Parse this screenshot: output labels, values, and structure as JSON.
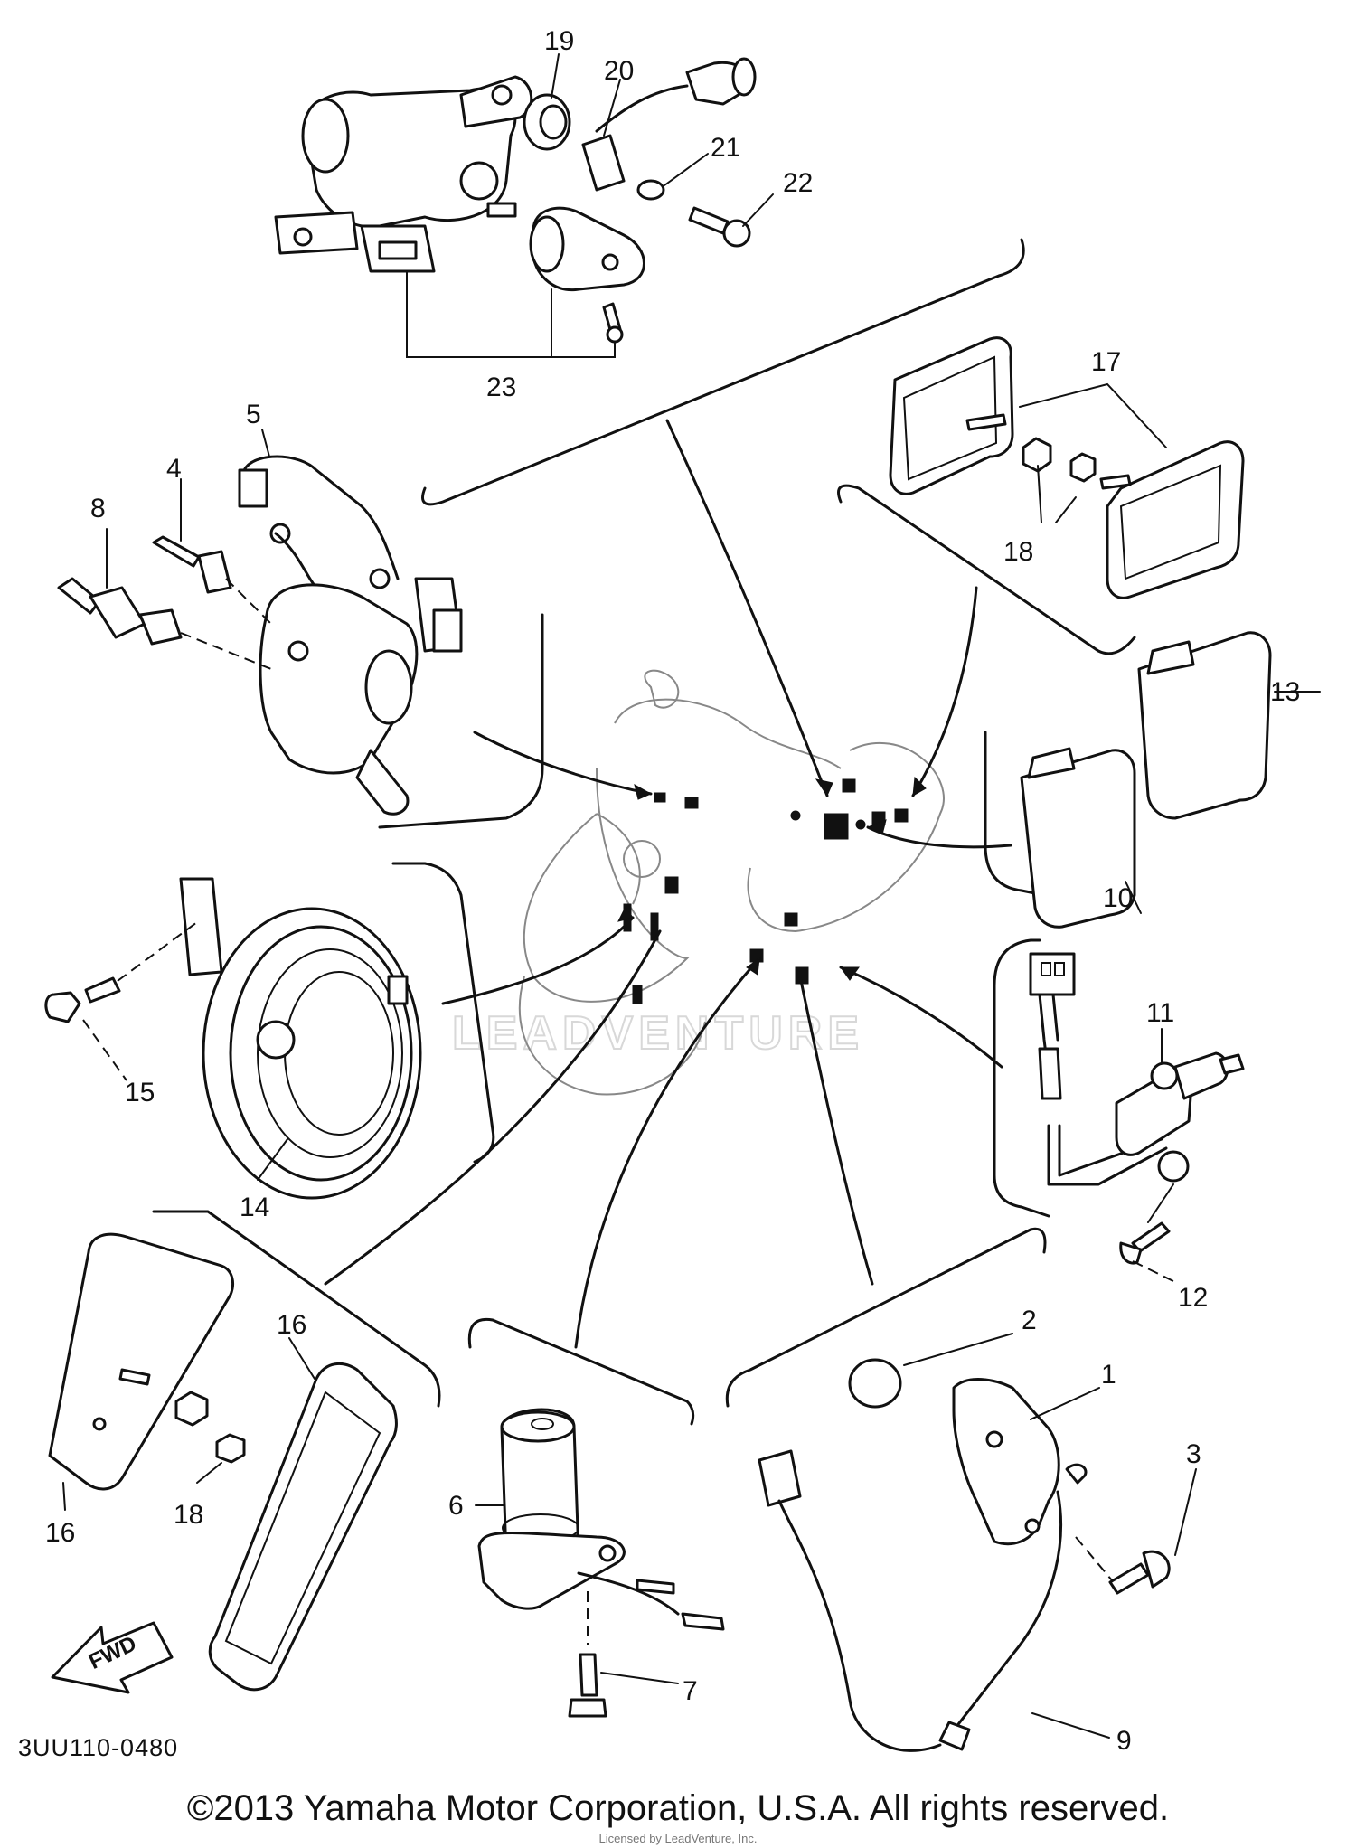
{
  "watermark": "LEADVENTURE",
  "diagram_code": "3UU110-0480",
  "fwd_label": "FWD",
  "copyright": "©2013 Yamaha Motor Corporation, U.S.A. All rights reserved.",
  "licensed": "Licensed by LeadVenture, Inc.",
  "callouts": {
    "c19": "19",
    "c20": "20",
    "c21": "21",
    "c22": "22",
    "c23": "23",
    "c17": "17",
    "c18a": "18",
    "c5": "5",
    "c4": "4",
    "c8": "8",
    "c13": "13",
    "c10": "10",
    "c11": "11",
    "c12": "12",
    "c15": "15",
    "c14": "14",
    "c16a": "16",
    "c16b": "16",
    "c18b": "18",
    "c2": "2",
    "c1": "1",
    "c3": "3",
    "c6": "6",
    "c7": "7",
    "c9": "9"
  }
}
